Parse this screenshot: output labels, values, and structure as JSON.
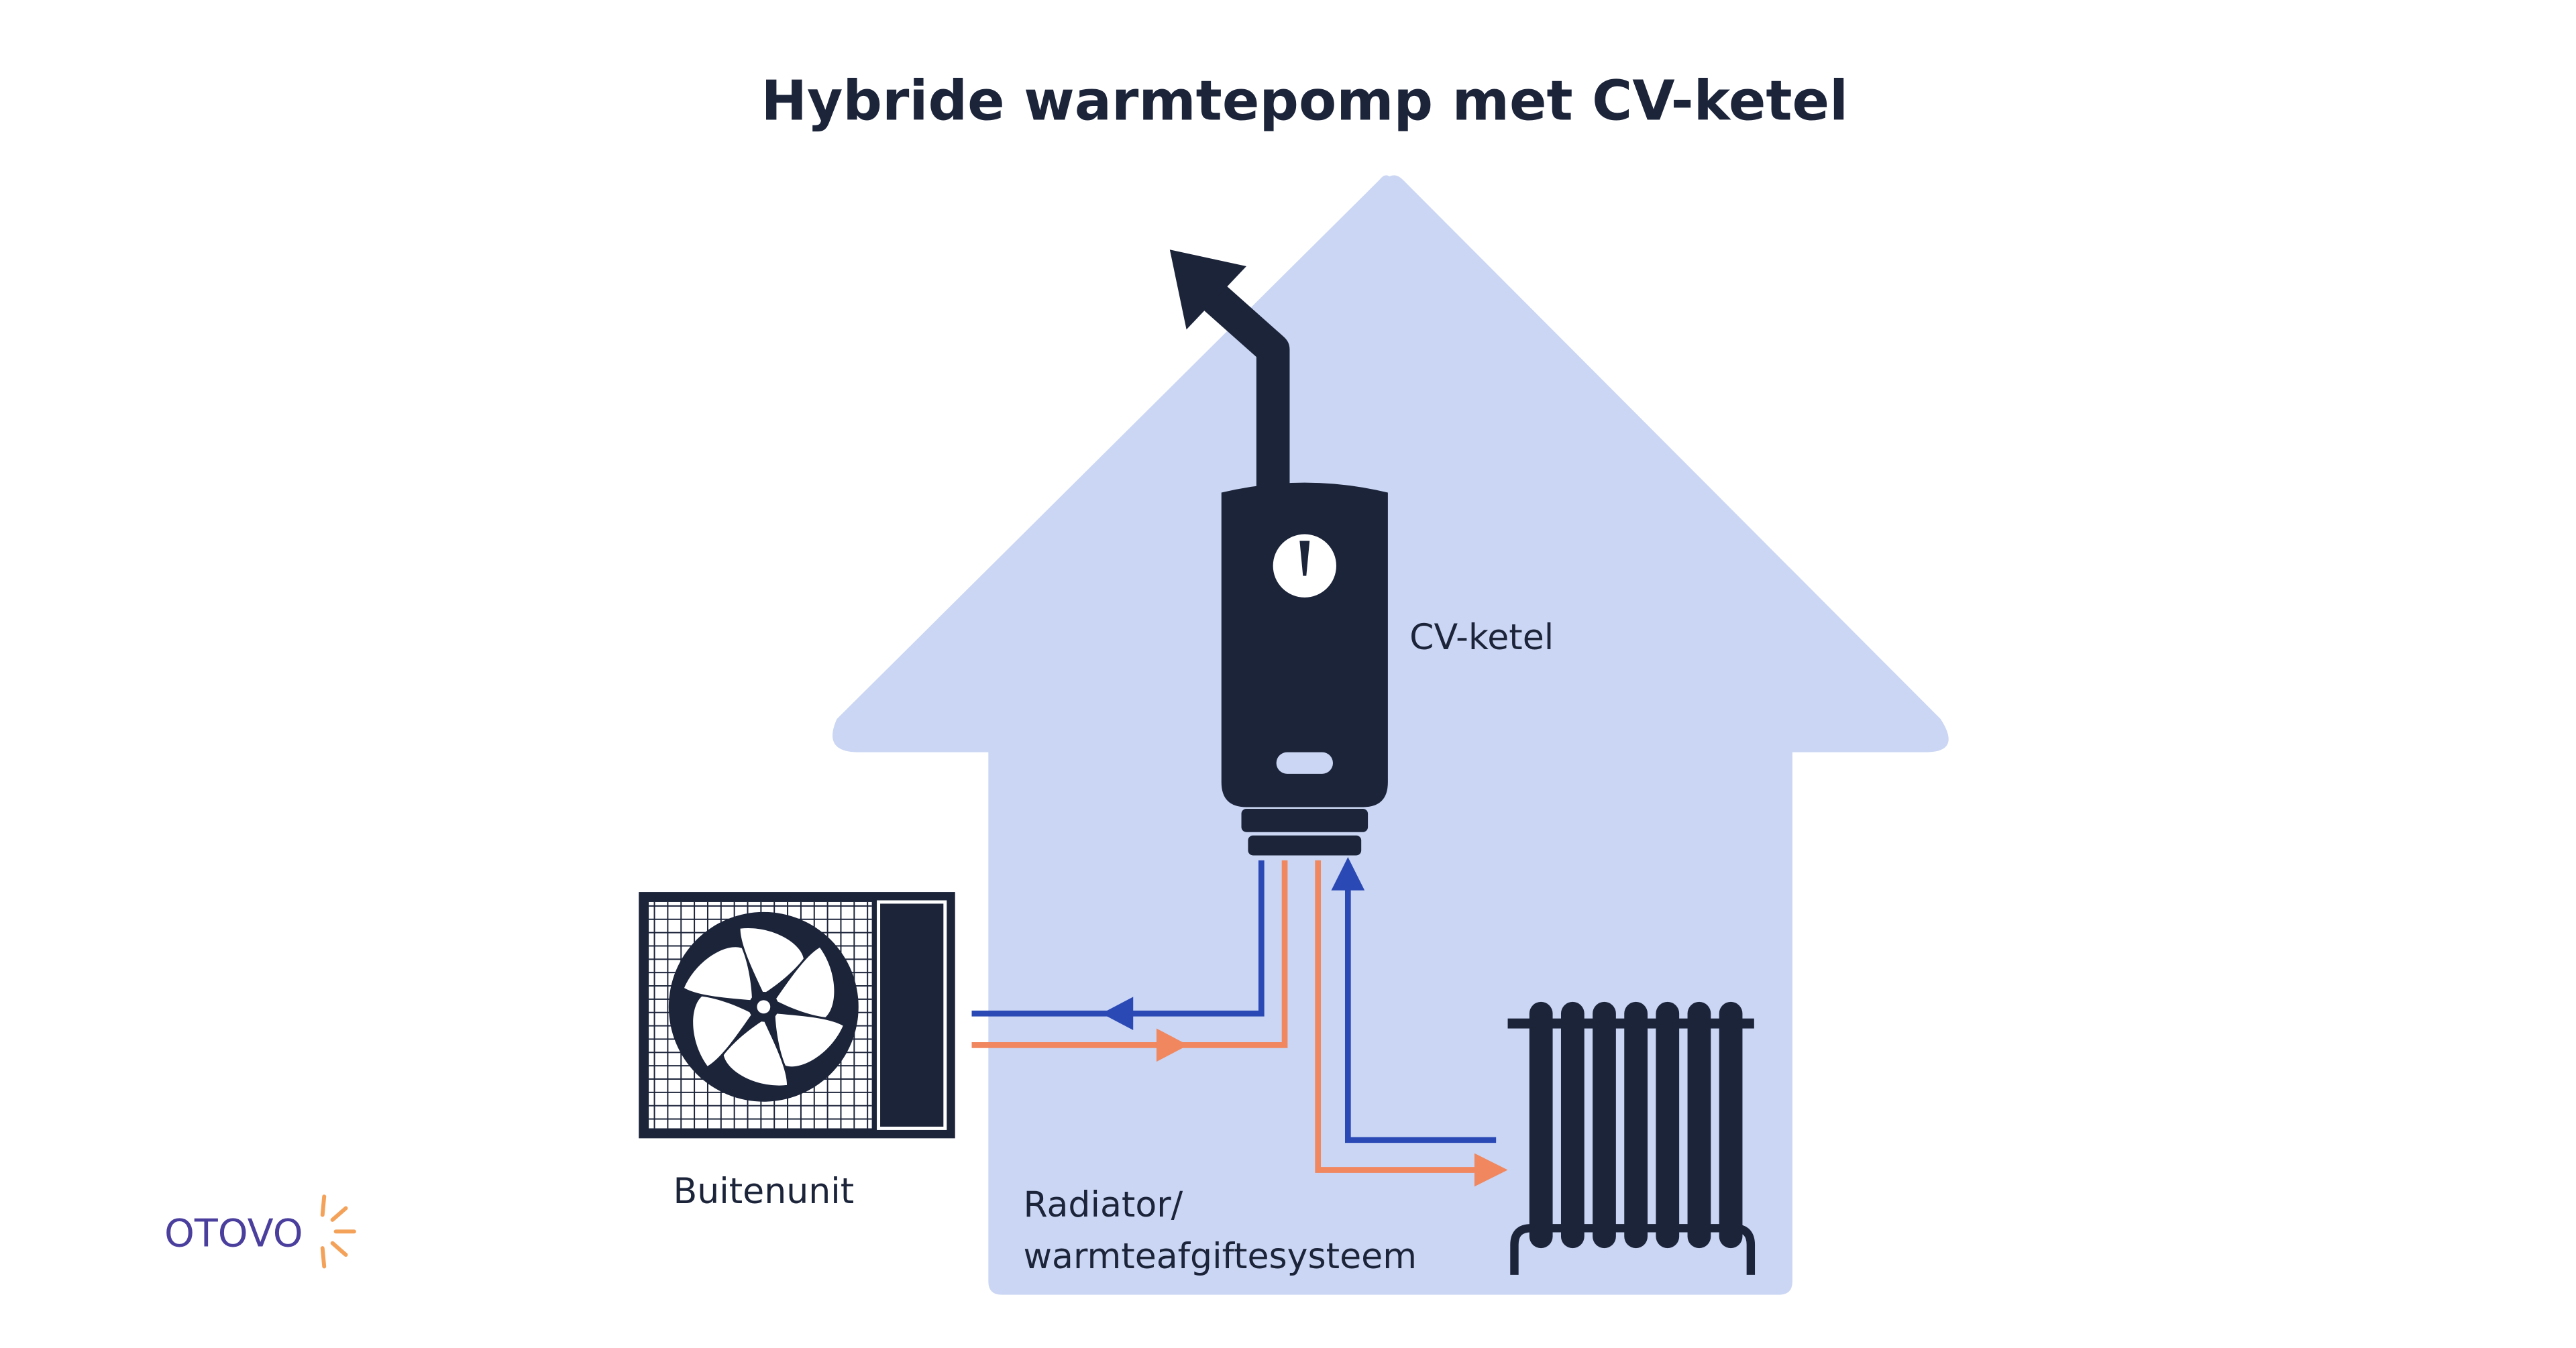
{
  "title": "Hybride warmtepomp met CV-ketel",
  "labels": {
    "boiler": "CV-ketel",
    "outdoor_unit": "Buitenunit",
    "radiator_line1": "Radiator/",
    "radiator_line2": "warmteafgiftesysteem"
  },
  "logo": {
    "text": "OTOVO"
  },
  "colors": {
    "background": "#ffffff",
    "house": "#cad6f3",
    "dark": "#1c243a",
    "cold_flow": "#2b49b5",
    "warm_flow": "#f0875f",
    "logo_text": "#4b3f9e",
    "logo_sun": "#f4a25a"
  },
  "icons": [
    "house-shape",
    "flue-arrow-icon",
    "boiler-icon",
    "gauge-icon",
    "fan-icon",
    "radiator-icon",
    "flow-arrow-icon",
    "sun-icon"
  ]
}
